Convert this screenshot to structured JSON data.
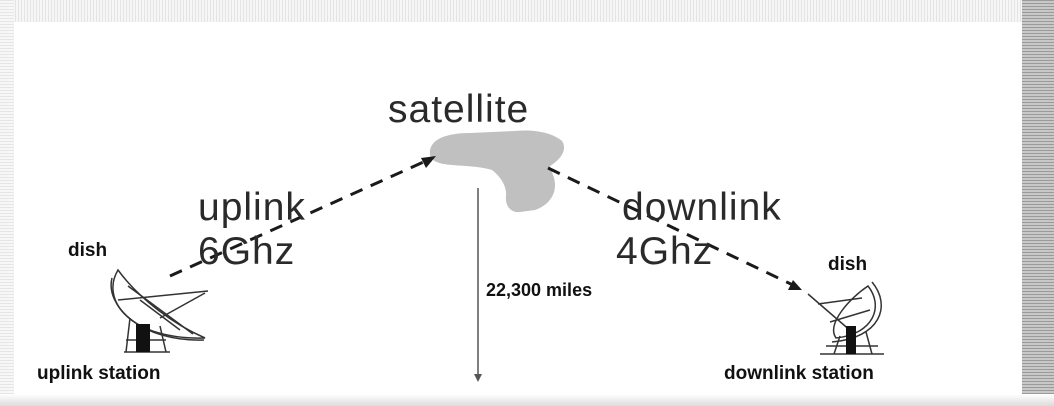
{
  "diagram": {
    "satellite_label": "satellite",
    "uplink_label": "uplink",
    "uplink_freq": "6Ghz",
    "downlink_label": "downlink",
    "downlink_freq": "4Ghz",
    "distance_label": "22,300 miles",
    "left_dish_label": "dish",
    "right_dish_label": "dish",
    "uplink_station_label": "uplink station",
    "downlink_station_label": "downlink station"
  },
  "colors": {
    "satellite": "#c0c0c0",
    "link_line": "#1a1a1a",
    "dish_stroke": "#333333"
  },
  "icons": [
    "satellite-icon",
    "uplink-dish-icon",
    "downlink-dish-icon"
  ]
}
